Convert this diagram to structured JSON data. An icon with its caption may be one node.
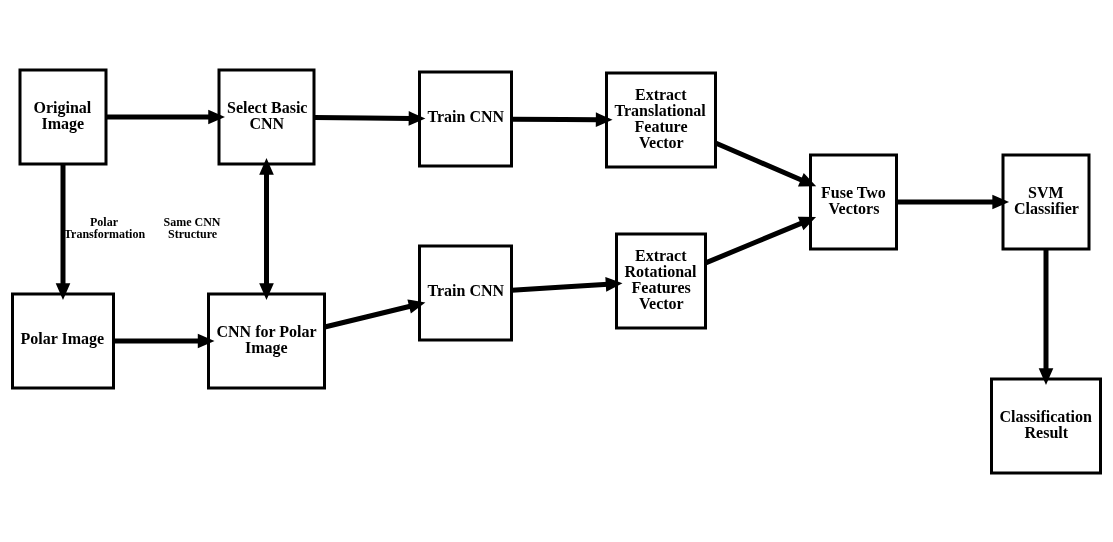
{
  "diagram": {
    "nodes": [
      {
        "text": [
          "Original Image"
        ]
      },
      {
        "text": [
          "Select Basic CNN"
        ]
      },
      {
        "text": [
          "Train CNN"
        ]
      },
      {
        "text": [
          "Extract Translational Feature Vector"
        ]
      },
      {
        "text": [
          "Polar Image"
        ]
      },
      {
        "text": [
          "CNN for Polar Image"
        ]
      },
      {
        "text": [
          "Train CNN"
        ]
      },
      {
        "text": [
          "Extract Rotational Features Vector"
        ]
      },
      {
        "text": [
          "Fuse Two Vectors"
        ]
      },
      {
        "text": [
          "SVM Classifier"
        ]
      },
      {
        "text": [
          "Classification Result"
        ]
      }
    ],
    "edges": [
      {
        "from": 0,
        "to": 1,
        "arrow": "to"
      },
      {
        "from": 1,
        "to": 2,
        "arrow": "to"
      },
      {
        "from": 2,
        "to": 3,
        "arrow": "to"
      },
      {
        "from": 3,
        "to": 8,
        "arrow": "to"
      },
      {
        "from": 0,
        "to": 4,
        "arrow": "to",
        "label": "Polar Transformation"
      },
      {
        "from": 1,
        "to": 5,
        "arrow": "both",
        "label": "Same CNN Structure"
      },
      {
        "from": 4,
        "to": 5,
        "arrow": "to"
      },
      {
        "from": 5,
        "to": 6,
        "arrow": "to"
      },
      {
        "from": 6,
        "to": 7,
        "arrow": "to"
      },
      {
        "from": 7,
        "to": 8,
        "arrow": "to"
      },
      {
        "from": 8,
        "to": 9,
        "arrow": "to"
      },
      {
        "from": 9,
        "to": 10,
        "arrow": "to"
      }
    ]
  }
}
